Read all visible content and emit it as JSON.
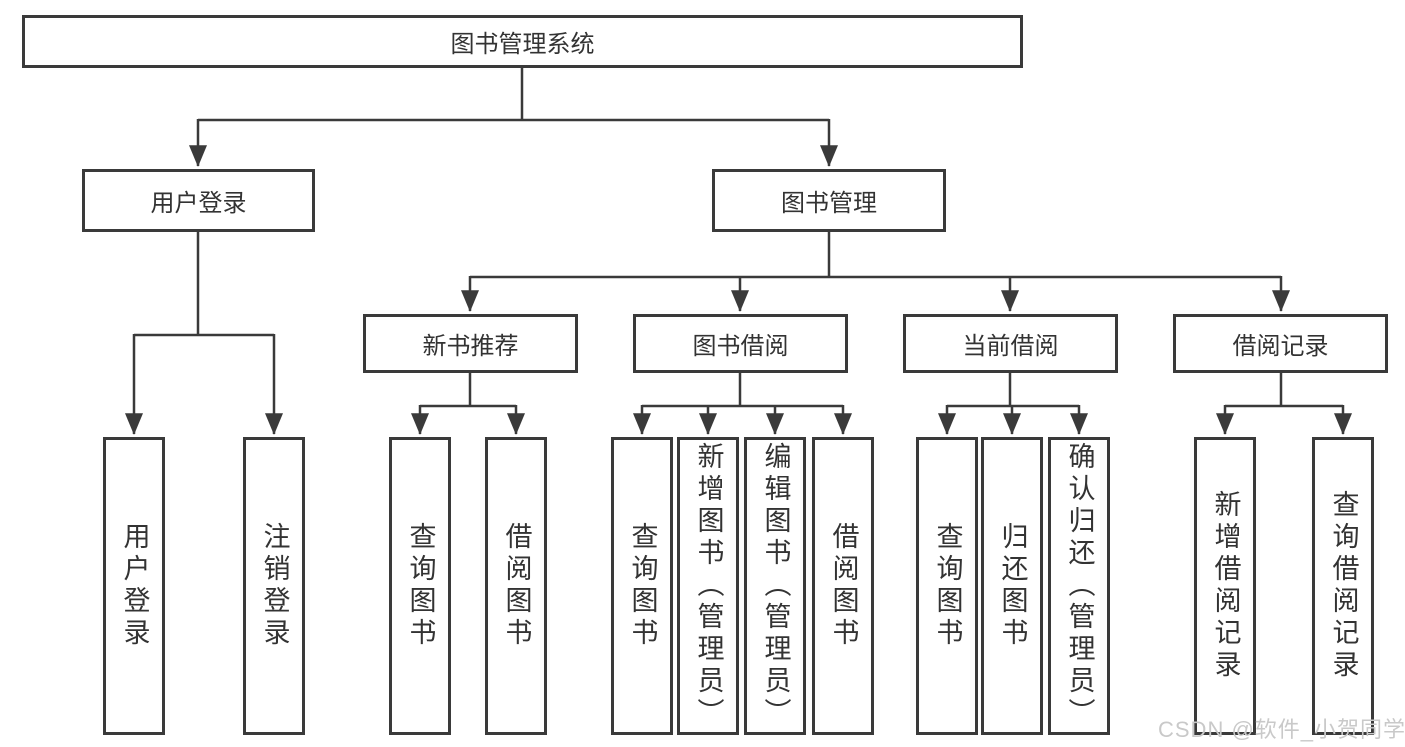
{
  "tree": {
    "root": {
      "label": "图书管理系统",
      "children": [
        {
          "label": "用户登录",
          "children": [
            {
              "label": "用户登录"
            },
            {
              "label": "注销登录"
            }
          ]
        },
        {
          "label": "图书管理",
          "children": [
            {
              "label": "新书推荐",
              "children": [
                {
                  "label": "查询图书"
                },
                {
                  "label": "借阅图书"
                }
              ]
            },
            {
              "label": "图书借阅",
              "children": [
                {
                  "label": "查询图书"
                },
                {
                  "label": "新增图书（管理员）"
                },
                {
                  "label": "编辑图书（管理员）"
                },
                {
                  "label": "借阅图书"
                }
              ]
            },
            {
              "label": "当前借阅",
              "children": [
                {
                  "label": "查询图书"
                },
                {
                  "label": "归还图书"
                },
                {
                  "label": "确认归还（管理员）"
                }
              ]
            },
            {
              "label": "借阅记录",
              "children": [
                {
                  "label": "新增借阅记录"
                },
                {
                  "label": "查询借阅记录"
                }
              ]
            }
          ]
        }
      ]
    }
  },
  "watermark": {
    "text": "CSDN @软件_小贺同学"
  },
  "colors": {
    "line": "#3a3a3a",
    "box_border": "#3a3a3a",
    "text": "#333333",
    "watermark": "#c9c9c9",
    "background": "#ffffff"
  }
}
